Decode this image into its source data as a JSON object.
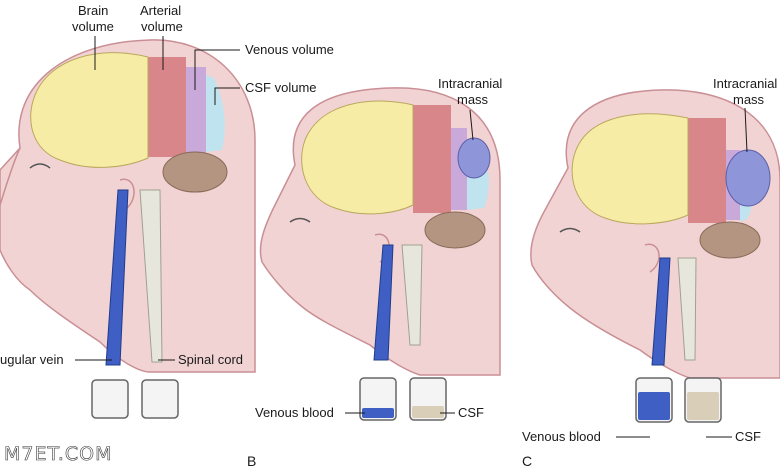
{
  "panels": [
    {
      "letter": "",
      "labels": {
        "brain_volume_1": "Brain",
        "brain_volume_2": "volume",
        "arterial_volume_1": "Arterial",
        "arterial_volume_2": "volume",
        "venous_volume": "Venous volume",
        "csf_volume": "CSF volume",
        "jugular_vein": "ugular vein",
        "spinal_cord": "Spinal cord"
      }
    },
    {
      "letter": "B",
      "labels": {
        "mass_1": "Intracranial",
        "mass_2": "mass",
        "venous_blood": "Venous blood",
        "csf": "CSF"
      }
    },
    {
      "letter": "C",
      "labels": {
        "mass_1": "Intracranial",
        "mass_2": "mass",
        "venous_blood": "Venous blood",
        "csf": "CSF"
      }
    }
  ],
  "watermark": "M7ET.COM",
  "colors": {
    "skin": "#f2d3d3",
    "skin_outline": "#c98f95",
    "brain": "#f7eca6",
    "arterial": "#d9868a",
    "venous": "#c8a9d9",
    "csf": "#bfe4ef",
    "mass": "#8f95d9",
    "cerebellum": "#b39582",
    "vein": "#3f5fc4",
    "cord": "#e6e6dc"
  }
}
